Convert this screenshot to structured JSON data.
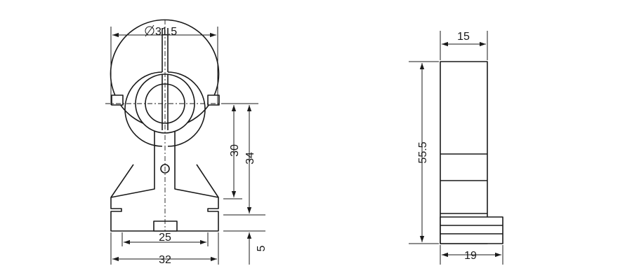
{
  "front_view": {
    "dim_diameter": "31.5",
    "dim_inner_height": "30",
    "dim_total_height": "34",
    "dim_inner_width": "25",
    "dim_total_width": "32",
    "dim_base_height": "5"
  },
  "side_view": {
    "dim_top_width": "15",
    "dim_height": "55.5",
    "dim_bottom_width": "19"
  }
}
